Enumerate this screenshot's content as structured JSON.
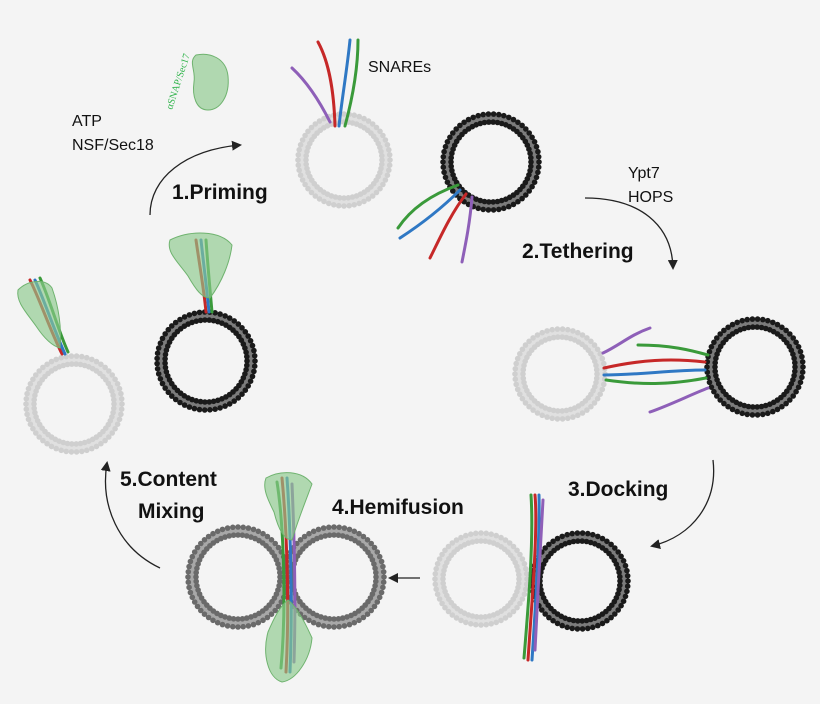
{
  "labels": {
    "atp": "ATP",
    "nsf": "NSF/Sec18",
    "snap": "αSNAP/Sec17",
    "snares": "SNAREs",
    "ypt7": "Ypt7",
    "hops": "HOPS",
    "priming": "1.Priming",
    "tethering": "2.Tethering",
    "docking": "3.Docking",
    "hemifusion": "4.Hemifusion",
    "content1": "5.Content",
    "content2": "Mixing"
  },
  "colors": {
    "background": "#f4f4f4",
    "vesicle_light": "#cfcfcf",
    "vesicle_dark": "#1a1a1a",
    "vesicle_mid": "#6a6a6a",
    "snare_red": "#c62828",
    "snare_blue": "#2f78c4",
    "snare_green": "#3a9a3a",
    "snare_purple": "#8e5fb8",
    "snap_green": "#8cc98c",
    "arrow": "#222222"
  }
}
